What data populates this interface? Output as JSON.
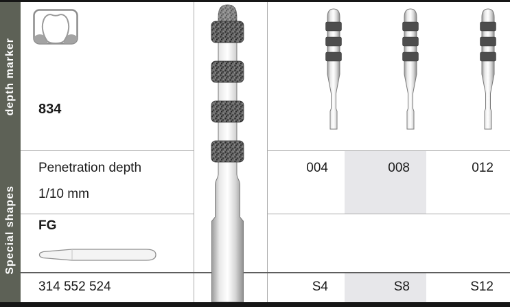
{
  "sidebar": {
    "top_label": "depth marker",
    "bottom_label": "Special shapes"
  },
  "product": {
    "figure_number": "834"
  },
  "penetration": {
    "label": "Penetration depth",
    "unit": "1/10 mm",
    "values": [
      "004",
      "008",
      "012"
    ],
    "highlighted_value": "008"
  },
  "shank": {
    "label": "FG"
  },
  "order": {
    "number": "314 552 524",
    "size_codes": [
      "S4",
      "S8",
      "S12"
    ],
    "highlighted_size": "S8"
  },
  "icons": {
    "tooth": "tooth-crown-icon",
    "main_instrument": "diamond-depth-marker-bur-illustration",
    "variant_instruments": "depth-marker-bur-small-illustration",
    "shank_side_view": "fg-shank-illustration"
  },
  "colors": {
    "sidebar_bg": "#5d6156",
    "highlight": "#e7e7ea",
    "grid_line": "#aaaaaa",
    "frame": "#161616",
    "text": "#1a1a1a"
  }
}
